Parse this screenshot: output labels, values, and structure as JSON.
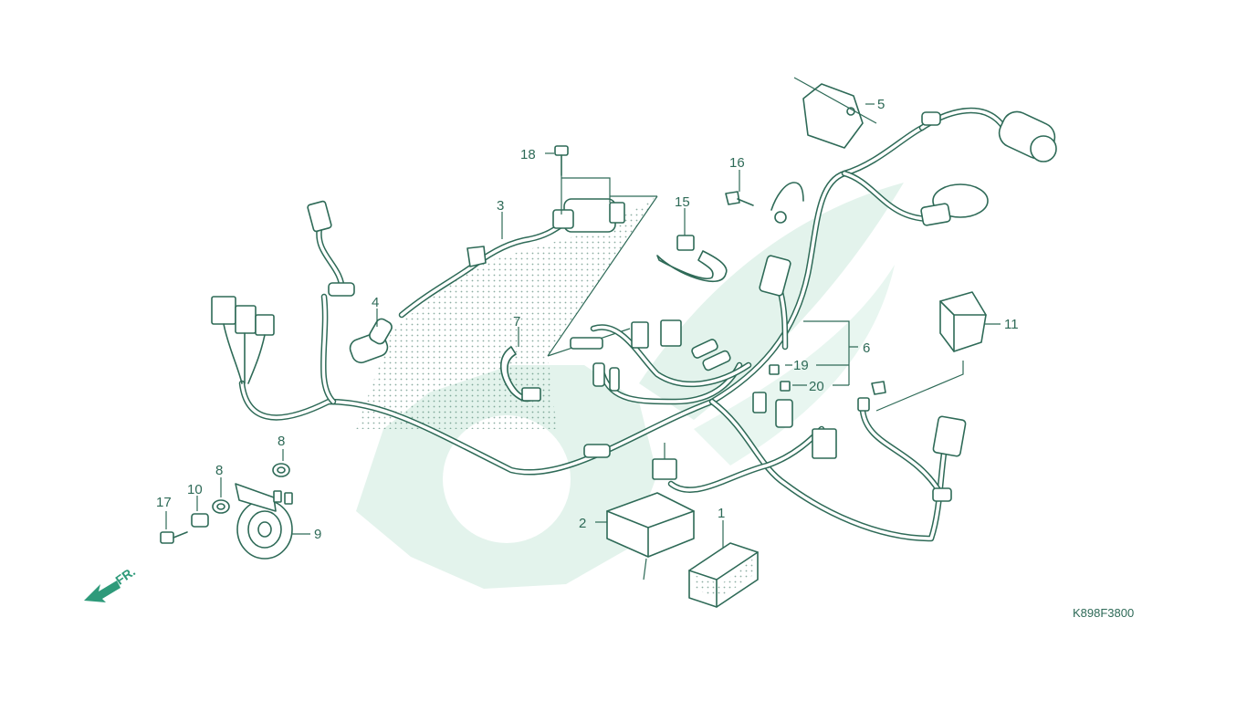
{
  "diagram": {
    "code": "K898F3800",
    "direction_label": "FR.",
    "callouts": [
      "1",
      "2",
      "3",
      "4",
      "5",
      "6",
      "7",
      "8",
      "8",
      "9",
      "10",
      "11",
      "15",
      "16",
      "17",
      "18",
      "19",
      "20"
    ]
  },
  "colors": {
    "line": "#2e6a57",
    "watermark": "#dff1ea",
    "arrow": "#2e9a7a"
  },
  "icons": [
    "fr-arrow-icon"
  ]
}
